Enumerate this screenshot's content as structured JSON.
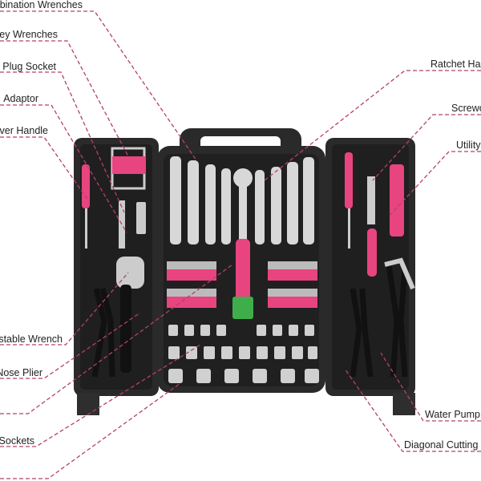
{
  "colors": {
    "case": "#2a2a2a",
    "case_edge": "#3a3a3a",
    "accent": "#e8447f",
    "leader": "#b4406f",
    "chrome": "#d8d8d8"
  },
  "labels_left": [
    {
      "text": "bination Wrenches"
    },
    {
      "text": "ey Wrenches"
    },
    {
      "text": "( Plug Socket"
    },
    {
      "text": "Adaptor"
    },
    {
      "text": "ver Handle"
    },
    {
      "text": "stable Wrench"
    },
    {
      "text": "Nose Plier"
    },
    {
      "text": "Sockets"
    }
  ],
  "labels_right": [
    {
      "text": "Ratchet Ha"
    },
    {
      "text": "Screwo"
    },
    {
      "text": "Utility I"
    },
    {
      "text": "Water Pump"
    },
    {
      "text": "Diagonal Cutting"
    }
  ]
}
